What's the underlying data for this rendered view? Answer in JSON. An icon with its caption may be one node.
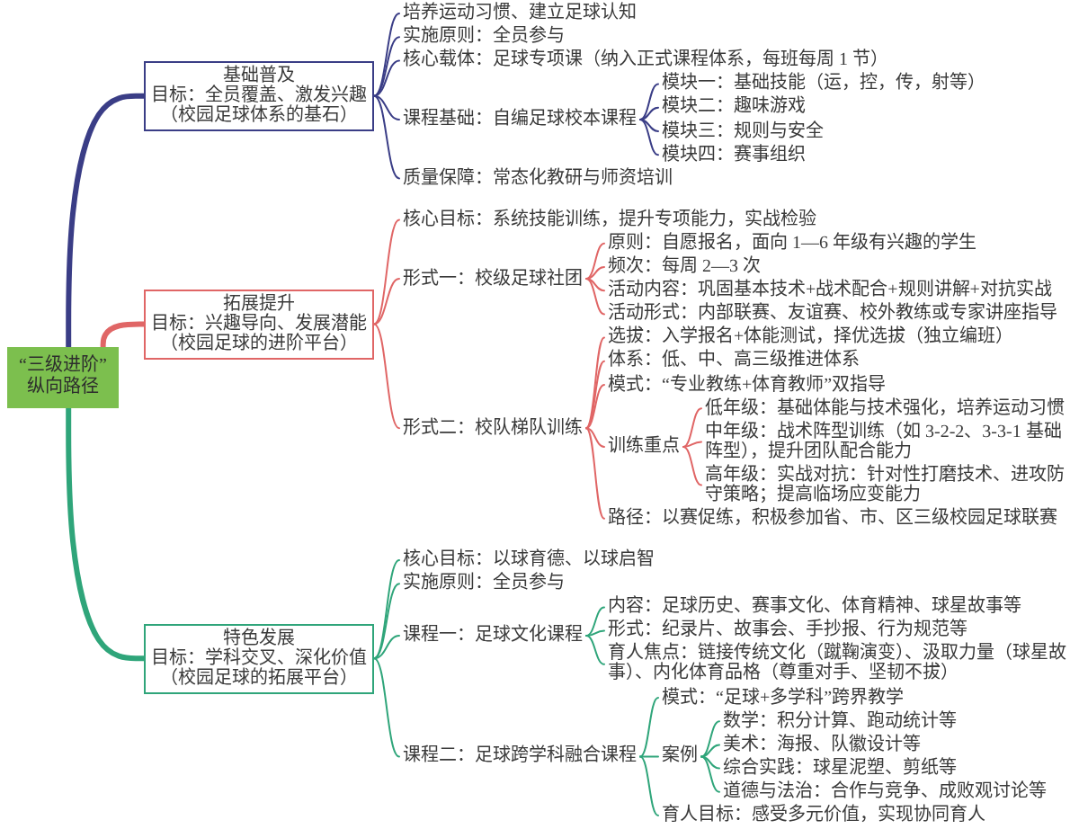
{
  "diagram": {
    "nodes": [
      {
        "text": [
          "“三级进阶”纵向路径"
        ]
      },
      {
        "text": [
          "基础普及",
          "目标：全员覆盖、激发兴趣",
          "（校园足球体系的基石）"
        ]
      },
      {
        "text": [
          "培养运动习惯、建立足球认知"
        ]
      },
      {
        "text": [
          "实施原则：全员参与"
        ]
      },
      {
        "text": [
          "核心载体：足球专项课（纳入正式课程体系，每班每周 1 节）"
        ]
      },
      {
        "text": [
          "课程基础：自编足球校本课程"
        ]
      },
      {
        "text": [
          "模块一：基础技能（运，控，传，射等）"
        ]
      },
      {
        "text": [
          "模块二：趣味游戏"
        ]
      },
      {
        "text": [
          "模块三：规则与安全"
        ]
      },
      {
        "text": [
          "模块四：赛事组织"
        ]
      },
      {
        "text": [
          "质量保障：常态化教研与师资培训"
        ]
      },
      {
        "text": [
          "拓展提升",
          "目标：兴趣导向、发展潜能",
          "（校园足球的进阶平台）"
        ]
      },
      {
        "text": [
          "核心目标：系统技能训练，提升专项能力，实战检验"
        ]
      },
      {
        "text": [
          "形式一：校级足球社团"
        ]
      },
      {
        "text": [
          "原则：自愿报名，面向 1—6 年级有兴趣的学生"
        ]
      },
      {
        "text": [
          "频次：每周 2—3 次"
        ]
      },
      {
        "text": [
          "活动内容：巩固基本技术+战术配合+规则讲解+对抗实战"
        ]
      },
      {
        "text": [
          "活动形式：内部联赛、友谊赛、校外教练或专家讲座指导"
        ]
      },
      {
        "text": [
          "形式二：校队梯队训练"
        ]
      },
      {
        "text": [
          "选拔：入学报名+体能测试，择优选拔（独立编班）"
        ]
      },
      {
        "text": [
          "体系：低、中、高三级推进体系"
        ]
      },
      {
        "text": [
          "模式：“专业教练+体育教师”双指导"
        ]
      },
      {
        "text": [
          "训练重点"
        ]
      },
      {
        "text": [
          "低年级：基础体能与技术强化，培养运动习惯"
        ]
      },
      {
        "text": [
          "中年级：战术阵型训练（如 3-2-2、3-3-1 基础阵型），提升团队配合能力"
        ]
      },
      {
        "text": [
          "高年级：实战对抗：针对性打磨技术、进攻防守策略；提高临场应变能力"
        ]
      },
      {
        "text": [
          "路径：以赛促练，积极参加省、市、区三级校园足球联赛"
        ]
      },
      {
        "text": [
          "特色发展",
          "目标：学科交叉、深化价值",
          "（校园足球的拓展平台）"
        ]
      },
      {
        "text": [
          "核心目标：以球育德、以球启智"
        ]
      },
      {
        "text": [
          "实施原则：全员参与"
        ]
      },
      {
        "text": [
          "课程一：足球文化课程"
        ]
      },
      {
        "text": [
          "内容：足球历史、赛事文化、体育精神、球星故事等"
        ]
      },
      {
        "text": [
          "形式：纪录片、故事会、手抄报、行为规范等"
        ]
      },
      {
        "text": [
          "育人焦点：链接传统文化（蹴鞠演变）、汲取力量（球星故事）、内化体育品格（尊重对手、坚韧不拔）"
        ]
      },
      {
        "text": [
          "课程二：足球跨学科融合课程"
        ]
      },
      {
        "text": [
          "模式：“足球+多学科”跨界教学"
        ]
      },
      {
        "text": [
          "案例"
        ]
      },
      {
        "text": [
          "数学：积分计算、跑动统计等"
        ]
      },
      {
        "text": [
          "美术：海报、队徽设计等"
        ]
      },
      {
        "text": [
          "综合实践：球星泥塑、剪纸等"
        ]
      },
      {
        "text": [
          "道德与法治：合作与竞争、成败观讨论等"
        ]
      },
      {
        "text": [
          "育人目标：感受多元价值，实现协同育人"
        ]
      }
    ],
    "edges": [
      {
        "from": 0,
        "to": 1,
        "arrow": "none",
        "style": "thick",
        "color": "#3a3d86"
      },
      {
        "from": 0,
        "to": 11,
        "arrow": "none",
        "style": "thick",
        "color": "#e06666"
      },
      {
        "from": 0,
        "to": 27,
        "arrow": "none",
        "style": "thick",
        "color": "#2fa57a"
      },
      {
        "from": 1,
        "to": 2,
        "arrow": "none",
        "color": "#3a3d86"
      },
      {
        "from": 1,
        "to": 3,
        "arrow": "none",
        "color": "#3a3d86"
      },
      {
        "from": 1,
        "to": 4,
        "arrow": "none",
        "color": "#3a3d86"
      },
      {
        "from": 1,
        "to": 5,
        "arrow": "none",
        "color": "#3a3d86"
      },
      {
        "from": 5,
        "to": 6,
        "arrow": "none",
        "color": "#3a3d86"
      },
      {
        "from": 5,
        "to": 7,
        "arrow": "none",
        "color": "#3a3d86"
      },
      {
        "from": 5,
        "to": 8,
        "arrow": "none",
        "color": "#3a3d86"
      },
      {
        "from": 5,
        "to": 9,
        "arrow": "none",
        "color": "#3a3d86"
      },
      {
        "from": 1,
        "to": 10,
        "arrow": "none",
        "color": "#3a3d86"
      },
      {
        "from": 11,
        "to": 12,
        "arrow": "none",
        "color": "#e06666"
      },
      {
        "from": 11,
        "to": 13,
        "arrow": "none",
        "color": "#e06666"
      },
      {
        "from": 13,
        "to": 14,
        "arrow": "none",
        "color": "#e06666"
      },
      {
        "from": 13,
        "to": 15,
        "arrow": "none",
        "color": "#e06666"
      },
      {
        "from": 13,
        "to": 16,
        "arrow": "none",
        "color": "#e06666"
      },
      {
        "from": 13,
        "to": 17,
        "arrow": "none",
        "color": "#e06666"
      },
      {
        "from": 11,
        "to": 18,
        "arrow": "none",
        "color": "#e06666"
      },
      {
        "from": 18,
        "to": 19,
        "arrow": "none",
        "color": "#e06666"
      },
      {
        "from": 18,
        "to": 20,
        "arrow": "none",
        "color": "#e06666"
      },
      {
        "from": 18,
        "to": 21,
        "arrow": "none",
        "color": "#e06666"
      },
      {
        "from": 18,
        "to": 22,
        "arrow": "none",
        "color": "#e06666"
      },
      {
        "from": 22,
        "to": 23,
        "arrow": "none",
        "color": "#e06666"
      },
      {
        "from": 22,
        "to": 24,
        "arrow": "none",
        "color": "#e06666"
      },
      {
        "from": 22,
        "to": 25,
        "arrow": "none",
        "color": "#e06666"
      },
      {
        "from": 18,
        "to": 26,
        "arrow": "none",
        "color": "#e06666"
      },
      {
        "from": 27,
        "to": 28,
        "arrow": "none",
        "color": "#2fa57a"
      },
      {
        "from": 27,
        "to": 29,
        "arrow": "none",
        "color": "#2fa57a"
      },
      {
        "from": 27,
        "to": 30,
        "arrow": "none",
        "color": "#2fa57a"
      },
      {
        "from": 30,
        "to": 31,
        "arrow": "none",
        "color": "#2fa57a"
      },
      {
        "from": 30,
        "to": 32,
        "arrow": "none",
        "color": "#2fa57a"
      },
      {
        "from": 30,
        "to": 33,
        "arrow": "none",
        "color": "#2fa57a"
      },
      {
        "from": 27,
        "to": 34,
        "arrow": "none",
        "color": "#2fa57a"
      },
      {
        "from": 34,
        "to": 35,
        "arrow": "none",
        "color": "#2fa57a"
      },
      {
        "from": 34,
        "to": 36,
        "arrow": "none",
        "color": "#2fa57a"
      },
      {
        "from": 36,
        "to": 37,
        "arrow": "none",
        "color": "#2fa57a"
      },
      {
        "from": 36,
        "to": 38,
        "arrow": "none",
        "color": "#2fa57a"
      },
      {
        "from": 36,
        "to": 39,
        "arrow": "none",
        "color": "#2fa57a"
      },
      {
        "from": 36,
        "to": 40,
        "arrow": "none",
        "color": "#2fa57a"
      },
      {
        "from": 34,
        "to": 41,
        "arrow": "none",
        "color": "#2fa57a"
      }
    ]
  }
}
